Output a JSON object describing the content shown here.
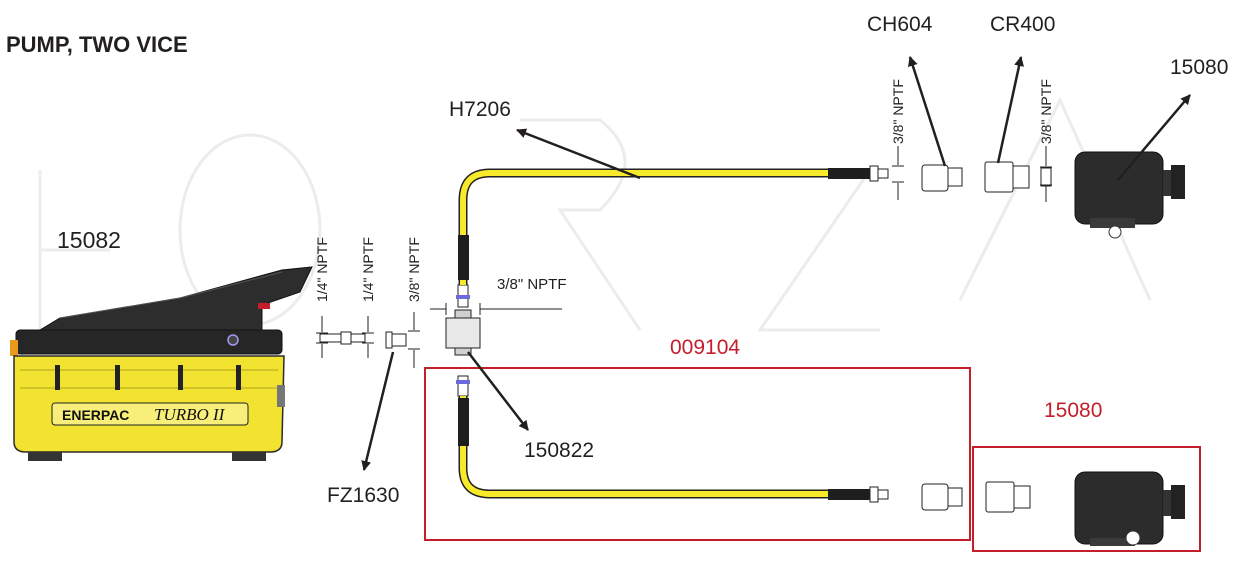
{
  "title": "PUMP, TWO VICE",
  "parts": {
    "pump": "15082",
    "fitting_fz": "FZ1630",
    "tee": "150822",
    "hose_top": "H7206",
    "coupler_ch": "CH604",
    "coupler_cr": "CR400",
    "vice_top": "15080",
    "hose_kit": "009104",
    "vice_kit": "15080"
  },
  "thread_labels": {
    "quarter_a": "1/4\" NPTF",
    "quarter_b": "1/4\" NPTF",
    "three_eighths_a": "3/8\" NPTF",
    "tee_port": "3/8\" NPTF",
    "coupler_ch": "3/8\" NPTF",
    "coupler_cr": "3/8\" NPTF"
  },
  "pump_branding": {
    "brand": "ENERPAC",
    "model": "TURBO II"
  },
  "colors": {
    "text": "#231f20",
    "kit_box": "#c41e2b",
    "hose": "#f6ea2a",
    "pump_body": "#f2e331",
    "pump_dark": "#2b2b2b"
  }
}
